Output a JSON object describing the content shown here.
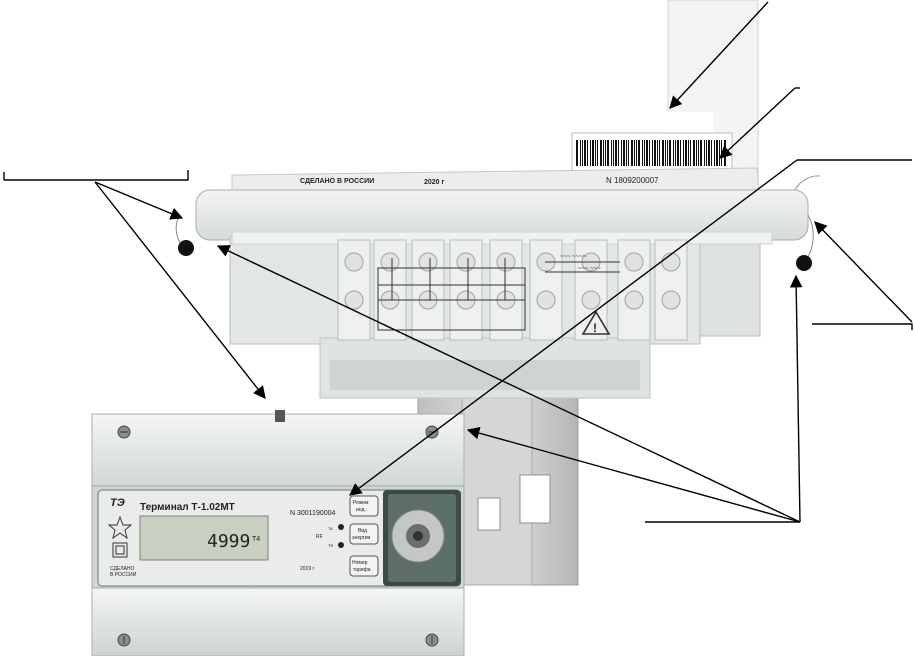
{
  "top_unit": {
    "made_in": "СДЕЛАНО В РОССИИ",
    "year": "2020 г",
    "serial": "N 1809200007"
  },
  "meter": {
    "brand_logo": "ТЭ",
    "model": "Терминал Т-1.02МТ",
    "serial": "N 3001190004",
    "display_value": "4999",
    "display_unit": "Т4",
    "made_in_line1": "СДЕЛАНО",
    "made_in_line2": "В РОССИИ",
    "year": "2019 г",
    "button_mode": [
      "Режим",
      "инд."
    ],
    "button_energy": [
      "Вид",
      "энергии"
    ],
    "button_tariff": [
      "Номер",
      "тарифа"
    ],
    "indicator_rf": "RF",
    "indicator_ta": "TA",
    "indicator_tr": "TR"
  },
  "colors": {
    "arrow": "#000000",
    "housing": "#e7ecea",
    "panel": "#d8dcd9",
    "display": "#c9cfc1",
    "bracket": "#c9c9c9"
  },
  "icons": [
    "screw-icon",
    "seal-icon",
    "warning-icon",
    "star-icon",
    "square-icon",
    "barcode-icon",
    "arrow-icon"
  ]
}
